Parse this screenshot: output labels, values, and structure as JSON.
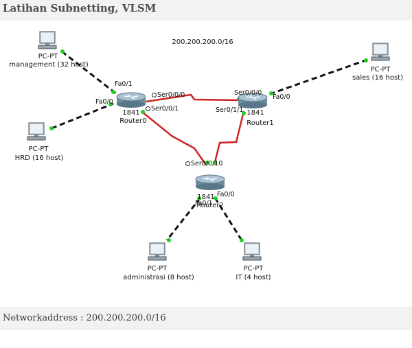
{
  "header": {
    "title": "Latihan Subnetting, VLSM"
  },
  "footer": {
    "text": "Networkaddress : 200.200.200.0/16"
  },
  "network": {
    "address_label": "200.200.200.0/16",
    "routers": {
      "router0": {
        "model": "1841",
        "name": "Router0"
      },
      "router1": {
        "model": "1841",
        "name": "Router1"
      },
      "router2": {
        "model": "1841",
        "name": "Router2"
      }
    },
    "pcs": {
      "management": {
        "type": "PC-PT",
        "name": "management (32 host)"
      },
      "hrd": {
        "type": "PC-PT",
        "name": "HRD (16 host)"
      },
      "sales": {
        "type": "PC-PT",
        "name": "sales (16 host)"
      },
      "administrasi": {
        "type": "PC-PT",
        "name": "administrasi (8 host)"
      },
      "it": {
        "type": "PC-PT",
        "name": "IT (4 host)"
      }
    },
    "interfaces": {
      "r0_fa01": "Fa0/1",
      "r0_fa00": "Fa0/0",
      "r0_ser000": "Ser0/0/0",
      "r0_ser001": "Ser0/0/1",
      "r1_ser000": "Ser0/0/0",
      "r1_fa00": "Fa0/0",
      "r1_ser001": "Ser0/1/1",
      "r2_ser": "Ser0/0/10",
      "r2_fa00": "Fa0/0",
      "r2_fa01": "Fa0/1"
    },
    "colors": {
      "ethernet_link": "#111111",
      "serial_link": "#cc2222",
      "link_up": "#22cc22"
    }
  }
}
